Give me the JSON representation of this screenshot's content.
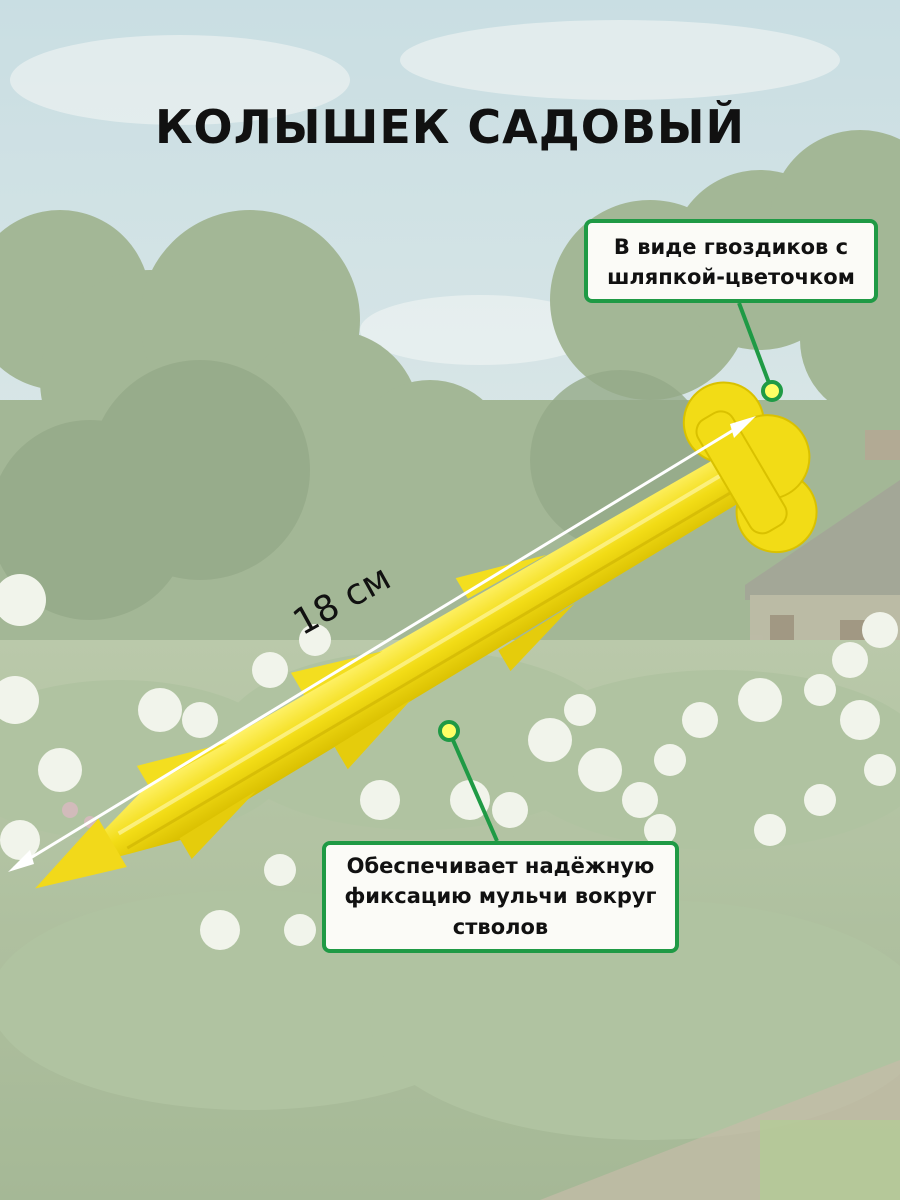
{
  "title": "КОЛЫШЕК САДОВЫЙ",
  "dimension": {
    "length_label": "18 см"
  },
  "callouts": {
    "head": {
      "line1": "В виде гвоздиков с",
      "line2": "шляпкой-цветочком"
    },
    "body": {
      "line1": "Обеспечивает надёжную",
      "line2": "фиксацию мульчи вокруг",
      "line3": "стволов"
    }
  },
  "colors": {
    "stake": "#f2de1c",
    "accent_green": "#1f9a45",
    "sky": "#c9dde0",
    "foliage": "#7f9a6e",
    "flowers": "#eef2e6"
  },
  "icons": [
    "garden-stake-illustration",
    "dimension-arrow",
    "callout-marker"
  ]
}
